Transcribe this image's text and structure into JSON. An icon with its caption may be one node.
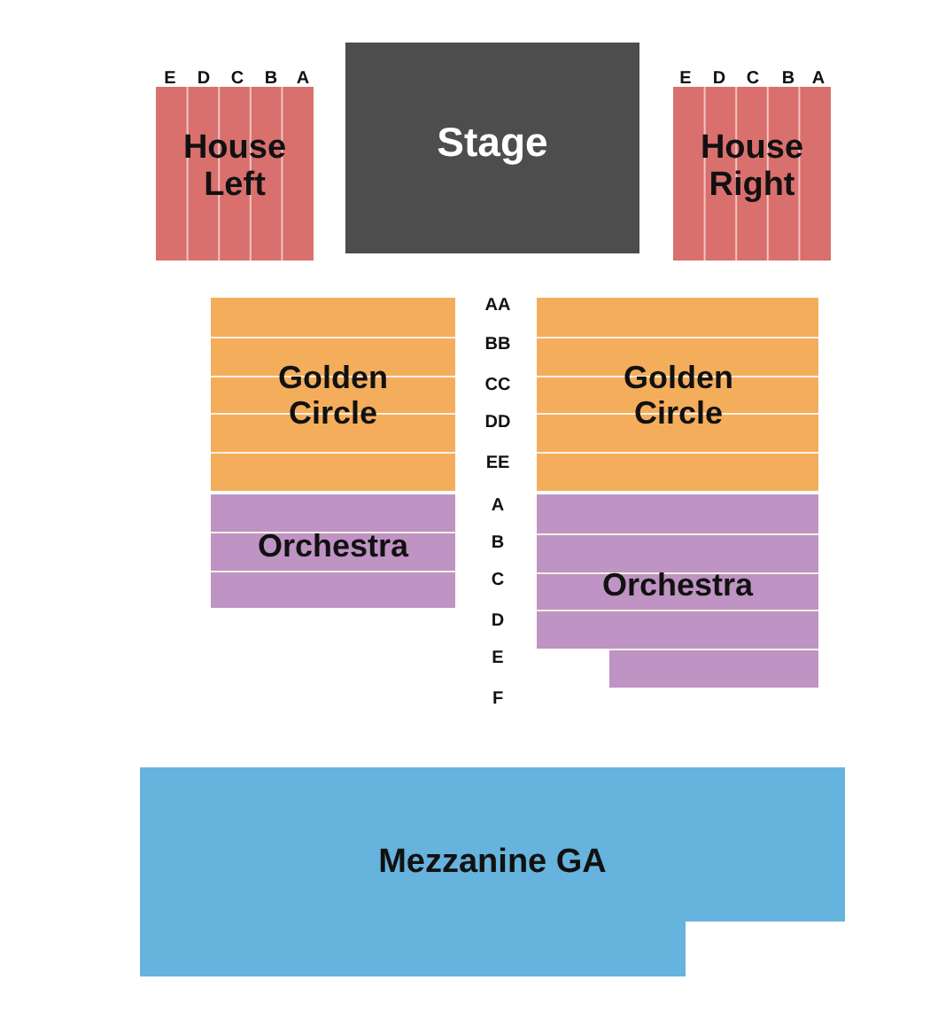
{
  "diagram": {
    "nodes": [
      {
        "text": [
          "House Left"
        ]
      },
      {
        "text": [
          "Stage"
        ]
      },
      {
        "text": [
          "House Right"
        ]
      },
      {
        "text": [
          "Golden Circle"
        ]
      },
      {
        "text": [
          "Golden Circle"
        ]
      },
      {
        "text": [
          "Orchestra"
        ]
      },
      {
        "text": [
          "Orchestra"
        ]
      },
      {
        "text": [
          "Mezzanine GA"
        ]
      }
    ],
    "labels": [
      "E",
      "D",
      "C",
      "B",
      "A",
      "E",
      "D",
      "C",
      "B",
      "A",
      "AA",
      "BB",
      "CC",
      "DD",
      "EE",
      "A",
      "B",
      "C",
      "D",
      "E",
      "F"
    ]
  }
}
